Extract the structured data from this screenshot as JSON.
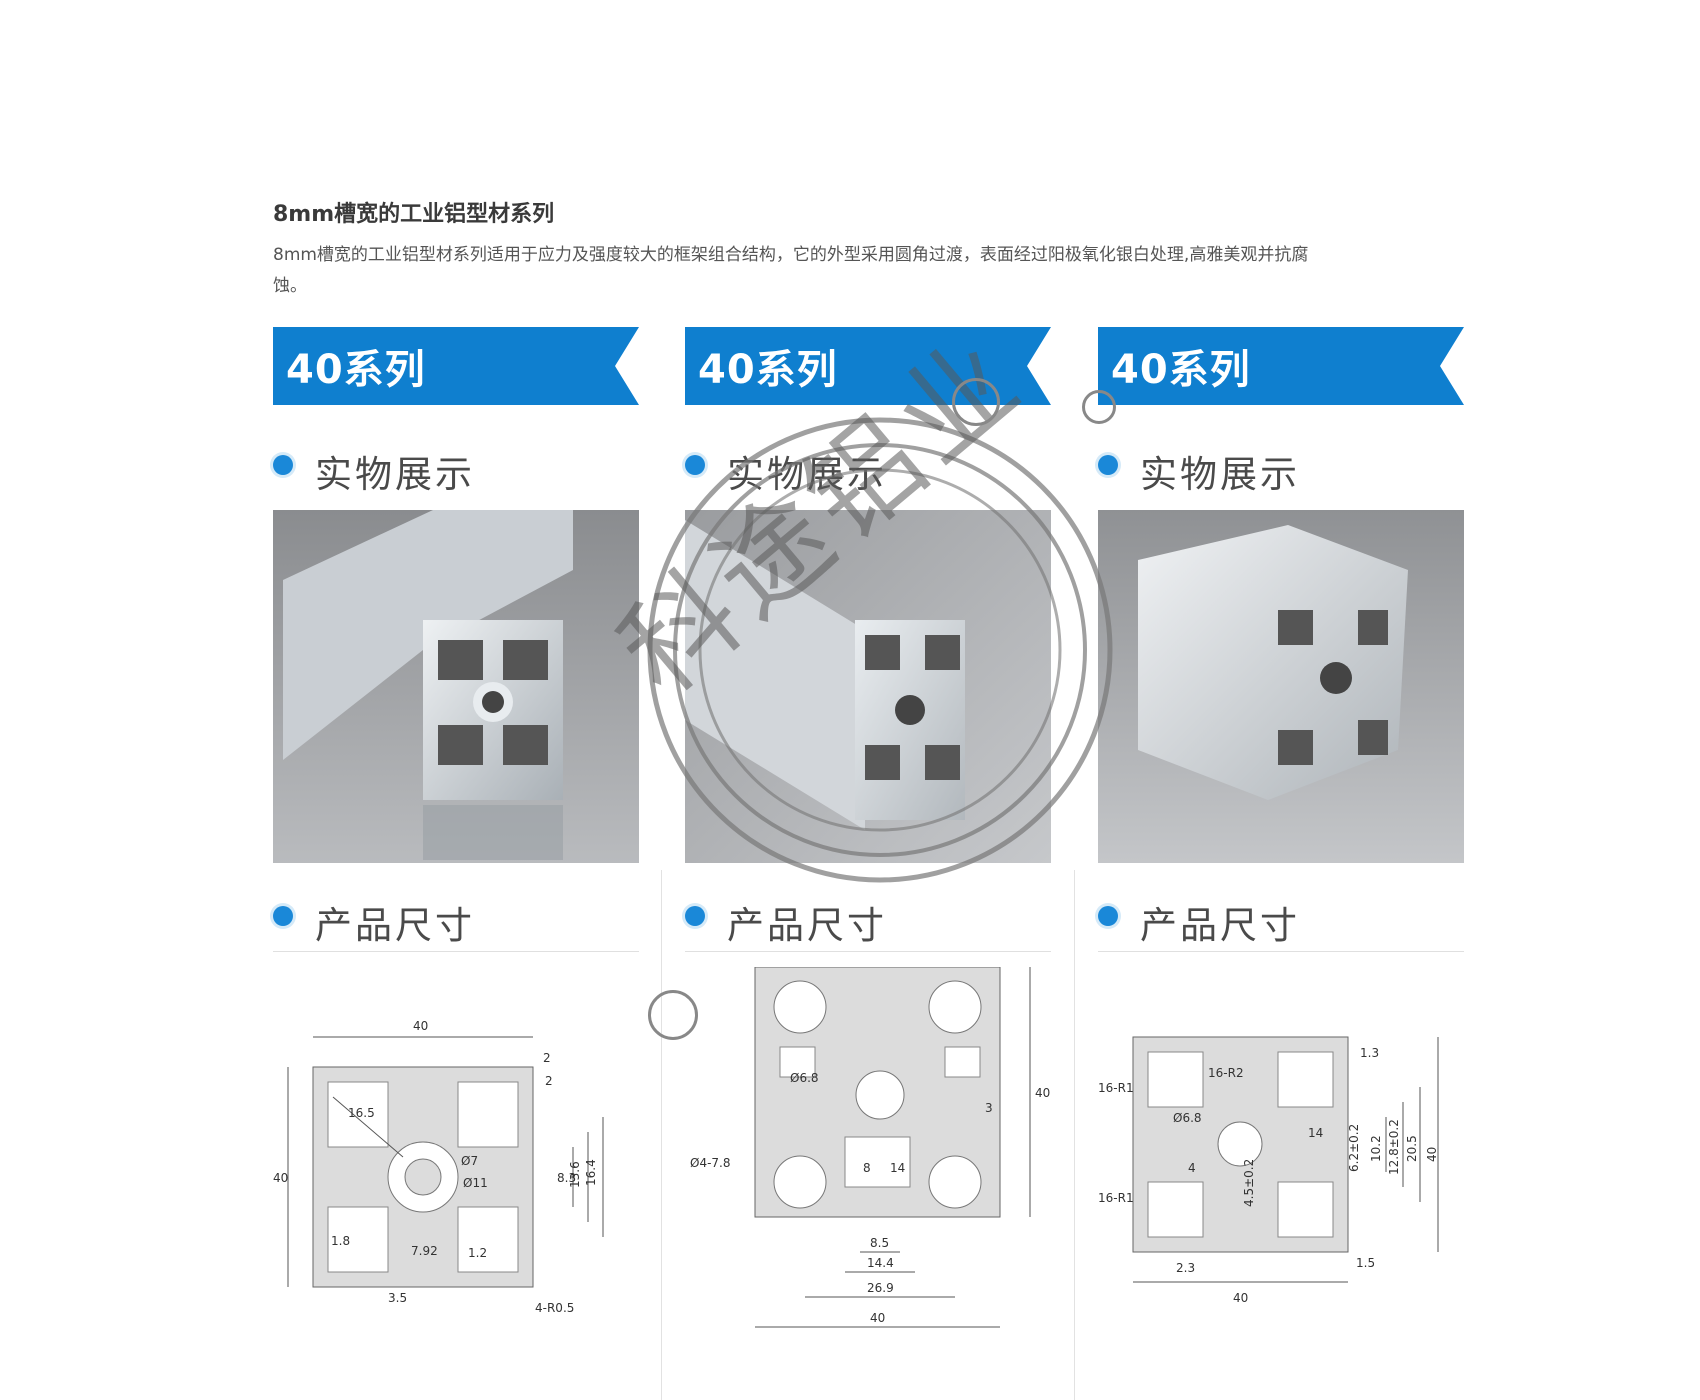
{
  "header": {
    "title": "8mm槽宽的工业铝型材系列",
    "description": "8mm槽宽的工业铝型材系列适用于应力及强度较大的框架组合结构，它的外型采用圆角过渡，表面经过阳极氧化银白处理,高雅美观并抗腐蚀。"
  },
  "columns": [
    {
      "banner": "40系列",
      "photo_heading": "实物展示",
      "dimension_heading": "产品尺寸"
    },
    {
      "banner": "40系列",
      "photo_heading": "实物展示",
      "dimension_heading": "产品尺寸"
    },
    {
      "banner": "40系列",
      "photo_heading": "实物展示",
      "dimension_heading": "产品尺寸"
    }
  ],
  "drawings": {
    "d1": {
      "w": "40",
      "h": "40",
      "a": "2",
      "b": "2",
      "c": "16.5",
      "d": "Ø7",
      "e": "Ø11",
      "f": "8.3",
      "g": "13.6",
      "h2": "16.4",
      "i": "7.92",
      "j": "1.2",
      "k": "1.8",
      "l": "3.5",
      "m": "4-R0.5"
    },
    "d2": {
      "a": "Ø6.8",
      "b": "40",
      "c": "3",
      "d": "Ø4-7.8",
      "e": "8",
      "f": "14",
      "g": "8.5",
      "h": "14.4",
      "i": "26.9",
      "j": "40"
    },
    "d3": {
      "a": "16-R1",
      "b": "16-R2",
      "c": "Ø6.8",
      "d": "1.3",
      "e": "14",
      "f": "6.2±0.2",
      "g": "10.2",
      "h": "12.8±0.2",
      "i": "20.5",
      "j": "40",
      "k": "16-R1",
      "l": "4.5±0.2",
      "m": "4",
      "n": "2.3",
      "o": "40",
      "p": "1.5"
    }
  },
  "watermark": {
    "text": "科途铝业"
  },
  "colors": {
    "accent": "#0f7fcf",
    "dot": "#1a88d8"
  }
}
